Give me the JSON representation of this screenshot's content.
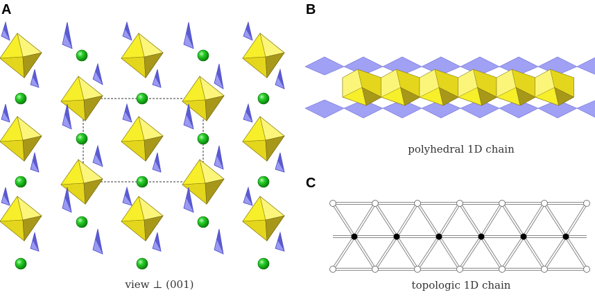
{
  "panels": {
    "a": {
      "letter": "A",
      "caption": "view ⊥ (001)"
    },
    "b": {
      "letter": "B",
      "caption": "polyhedral 1D chain"
    },
    "c": {
      "letter": "C",
      "caption": "topologic 1D chain"
    }
  },
  "colors": {
    "octahedron_light": "#f6ef2a",
    "octahedron_mid": "#e4d61c",
    "octahedron_dark": "#a7981a",
    "tetrahedron": "#8f8ff2",
    "tetrahedron_dark": "#4c4cc8",
    "sphere": "#19c019",
    "node_filled": "#000000",
    "node_open": "#ffffff",
    "edge": "#999999"
  },
  "topology": {
    "filled_nodes": 6,
    "open_nodes_per_row": 7
  }
}
